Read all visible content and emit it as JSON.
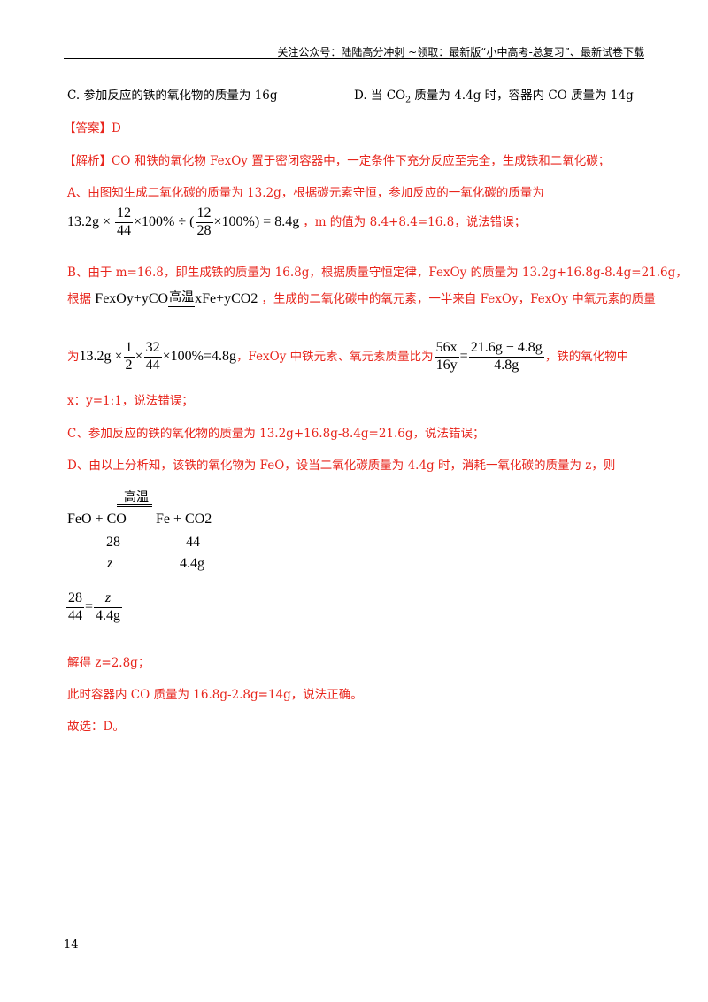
{
  "header": {
    "text": "关注公众号：陆陆高分冲刺 ~领取：最新版“小中高考-总复习”、最新试卷下载"
  },
  "options": {
    "c": "C. 参加反应的铁的氧化物的质量为 16g",
    "d_prefix": "D. 当 CO",
    "d_sub": "2",
    "d_suffix": " 质量为 4.4g 时，容器内 CO 质量为 14g"
  },
  "answer": {
    "label": "【答案】",
    "value": "D"
  },
  "analysis": {
    "label": "【解析】",
    "intro": "CO 和铁的氧化物 FexOy 置于密闭容器中，一定条件下充分反应至完全，生成铁和二氧化碳；",
    "a_line1": "A、由图知生成二氧化碳的质量为 13.2g，根据碳元素守恒，参加反应的一氧化碳的质量为",
    "a_math": {
      "lead": "13.2g ×",
      "f1_num": "12",
      "f1_den": "44",
      "mid1": "×100% ÷ (",
      "f2_num": "12",
      "f2_den": "28",
      "mid2": "×100%) = 8.4g"
    },
    "a_tail": "，m 的值为 8.4+8.4=16.8，说法错误；",
    "b_line1": "B、由于 m=16.8，即生成铁的质量为 16.8g，根据质量守恒定律，FexOy 的质量为 13.2g+16.8g-8.4g=21.6g，",
    "b_line2_prefix": "根据",
    "b_eq_left": "FexOy+yCO",
    "b_eq_cond": "高温",
    "b_eq_right": "xFe+yCO2",
    "b_line2_tail": "，生成的二氧化碳中的氧元素，一半来自 FexOy，FexOy 中氧元素的质量",
    "b_line3_prefix": "为",
    "b_math1": {
      "lead": "13.2g ×",
      "f1_num": "1",
      "f1_den": "2",
      "mid": "×",
      "f2_num": "32",
      "f2_den": "44",
      "tail": "×100%=4.8g"
    },
    "b_line3_mid": "，FexOy 中铁元素、氧元素质量比为",
    "b_math2": {
      "f1_num": "56x",
      "f1_den": "16y",
      "eq": "=",
      "f2_num": "21.6g − 4.8g",
      "f2_den": "4.8g"
    },
    "b_line3_tail": "，铁的氧化物中",
    "b_line4": "x：y=1:1，说法错误；",
    "c_line": "C、参加反应的铁的氧化物的质量为 13.2g+16.8g-8.4g=21.6g，说法错误；",
    "d_line": "D、由以上分析知，该铁的氧化物为 FeO，设当二氧化碳质量为 4.4g 时，消耗一氧化碳的质量为 z，则",
    "d_eq": {
      "cond": "高温",
      "left": "FeO + CO",
      "right": "Fe + CO2",
      "m1": "28",
      "m2": "44",
      "v1": "z",
      "v2": "4.4g"
    },
    "d_ratio": {
      "f1_num": "28",
      "f1_den": "44",
      "eq": "=",
      "f2_num": "z",
      "f2_den": "4.4g"
    },
    "solve": "解得 z=2.8g；",
    "result": "此时容器内 CO 质量为 16.8g-2.8g=14g，说法正确。",
    "conclusion": "故选：D。"
  },
  "page_number": "14"
}
